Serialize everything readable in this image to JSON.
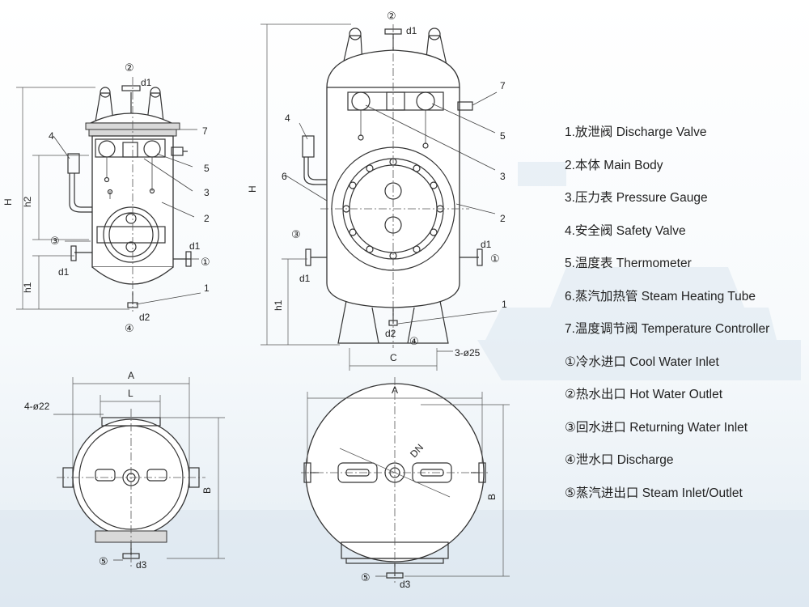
{
  "legend": [
    "1.放泄阀 Discharge Valve",
    "2.本体 Main Body",
    "3.压力表 Pressure Gauge",
    "4.安全阀 Safety Valve",
    "5.温度表 Thermometer",
    "6.蒸汽加热管 Steam Heating Tube",
    "7.温度调节阀 Temperature Controller",
    "①冷水进口 Cool Water Inlet",
    "②热水出口 Hot Water Outlet",
    "③回水进口 Returning Water Inlet",
    "④泄水口 Discharge",
    "⑤蒸汽进出口 Steam Inlet/Outlet"
  ],
  "marks": {
    "n1": "1",
    "n2": "2",
    "n3": "3",
    "n4": "4",
    "n5": "5",
    "n6": "6",
    "n7": "7",
    "c1": "①",
    "c2": "②",
    "c3": "③",
    "c4": "④",
    "c5": "⑤",
    "d1": "d1",
    "d2": "d2",
    "d3": "d3",
    "H": "H",
    "h1": "h1",
    "h2": "h2",
    "A": "A",
    "B": "B",
    "L": "L",
    "C": "C",
    "DN": "DN",
    "holes_small": "4-ø22",
    "holes_big": "3-ø25"
  },
  "colors": {
    "line": "#333333",
    "text": "#222222",
    "background_tint": "#dbe6ee"
  }
}
